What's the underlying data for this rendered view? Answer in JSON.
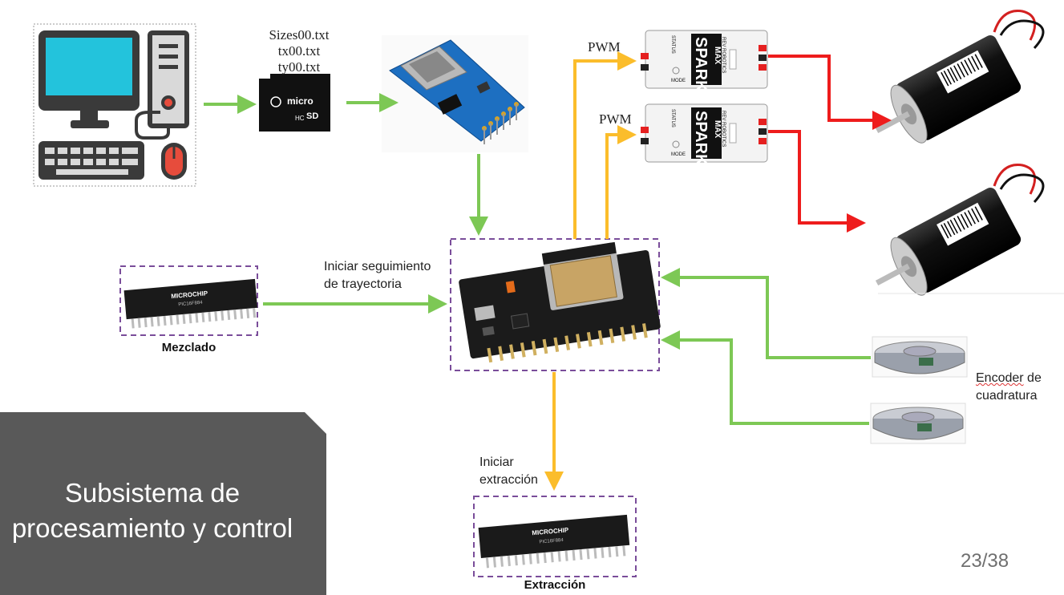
{
  "files": [
    "Sizes00.txt",
    "tx00.txt",
    "ty00.txt"
  ],
  "labels": {
    "pwm_top": "PWM",
    "pwm_bottom": "PWM",
    "start_tracking_line1": "Iniciar seguimiento",
    "start_tracking_line2": "de trayectoria",
    "start_extraction_line1": "Iniciar",
    "start_extraction_line2": "extracción",
    "encoder_word": "Encoder",
    "encoder_de": " de",
    "encoder_line2": "cuadratura",
    "mixing": "Mezclado",
    "extraction": "Extracción"
  },
  "chip_text": {
    "brand": "MICROCHIP",
    "part": "PIC16F884"
  },
  "sd_card_text": {
    "micro": "micro",
    "sd": "SD",
    "hc": "HC"
  },
  "controller_text": {
    "brand": "SPARK",
    "max": "MAX",
    "maker": "REV ROBOTICS",
    "status": "STATUS",
    "mode": "MODE"
  },
  "panel": {
    "title_line1": "Subsistema de",
    "title_line2": "procesamiento y control"
  },
  "page_number": "23/38",
  "colors": {
    "green": "#7dc855",
    "orange": "#fbbd2b",
    "red": "#ee1c1c",
    "dash": "#7a4d9a",
    "panel": "#595959"
  }
}
